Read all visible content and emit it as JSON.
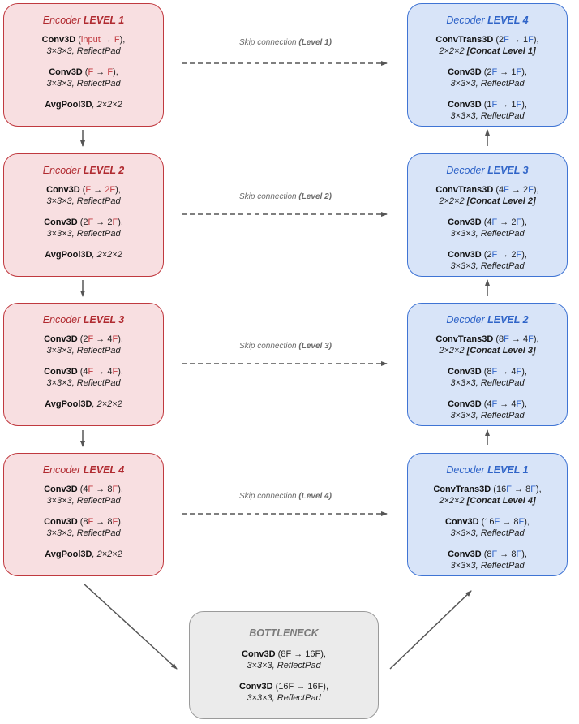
{
  "encoder": [
    {
      "title_prefix": "Encoder ",
      "title_level": "LEVEL 1",
      "blocks": [
        {
          "name": "Conv3D",
          "open": " (",
          "p1": "input",
          "arrow": " → ",
          "p2": "F",
          "close": "),",
          "kernel": "3×3×3, ReflectPad"
        },
        {
          "name": "Conv3D",
          "open": " (",
          "p1": "F",
          "arrow": " → ",
          "p2": "F",
          "close": "),",
          "kernel": "3×3×3, ReflectPad"
        }
      ],
      "pool": {
        "name": "AvgPool3D",
        "rest": ", 2×2×2"
      }
    },
    {
      "title_prefix": "Encoder ",
      "title_level": "LEVEL 2",
      "blocks": [
        {
          "name": "Conv3D",
          "open": " (",
          "p1": "F",
          "arrow": " → ",
          "p2": "2F",
          "close": "),",
          "kernel": "3×3×3, ReflectPad"
        },
        {
          "name": "Conv3D",
          "open": " (2",
          "p1": "F",
          "arrow": " → 2",
          "p2": "F",
          "close": "),",
          "kernel": "3×3×3, ReflectPad"
        }
      ],
      "pool": {
        "name": "AvgPool3D",
        "rest": ", 2×2×2"
      }
    },
    {
      "title_prefix": "Encoder ",
      "title_level": "LEVEL 3",
      "blocks": [
        {
          "name": "Conv3D",
          "open": " (2",
          "p1": "F",
          "arrow": " → 4",
          "p2": "F",
          "close": "),",
          "kernel": "3×3×3, ReflectPad"
        },
        {
          "name": "Conv3D",
          "open": " (4",
          "p1": "F",
          "arrow": " → 4",
          "p2": "F",
          "close": "),",
          "kernel": "3×3×3, ReflectPad"
        }
      ],
      "pool": {
        "name": "AvgPool3D",
        "rest": ", 2×2×2"
      }
    },
    {
      "title_prefix": "Encoder ",
      "title_level": "LEVEL 4",
      "blocks": [
        {
          "name": "Conv3D",
          "open": " (4",
          "p1": "F",
          "arrow": " → 8",
          "p2": "F",
          "close": "),",
          "kernel": "3×3×3, ReflectPad"
        },
        {
          "name": "Conv3D",
          "open": " (8",
          "p1": "F",
          "arrow": " → 8",
          "p2": "F",
          "close": "),",
          "kernel": "3×3×3, ReflectPad"
        }
      ],
      "pool": {
        "name": "AvgPool3D",
        "rest": ", 2×2×2"
      }
    }
  ],
  "decoder": [
    {
      "title_prefix": "Decoder ",
      "title_level": "LEVEL 4",
      "blocks": [
        {
          "name": "ConvTrans3D",
          "open": " (2",
          "p1": "F",
          "arrow": " → 1",
          "p2": "F",
          "close": "),",
          "k_it": "2×2×2 ",
          "k_bold": "[Concat Level 1]"
        },
        {
          "name": "Conv3D",
          "open": " (2",
          "p1": "F",
          "arrow": " → 1",
          "p2": "F",
          "close": "),",
          "k_it": "3×3×3, ReflectPad",
          "k_bold": ""
        },
        {
          "name": "Conv3D",
          "open": " (1",
          "p1": "F",
          "arrow": " → 1",
          "p2": "F",
          "close": "),",
          "k_it": "3×3×3, ReflectPad",
          "k_bold": ""
        }
      ]
    },
    {
      "title_prefix": "Decoder ",
      "title_level": "LEVEL 3",
      "blocks": [
        {
          "name": "ConvTrans3D",
          "open": " (4",
          "p1": "F",
          "arrow": " → 2",
          "p2": "F",
          "close": "),",
          "k_it": "2×2×2 ",
          "k_bold": "[Concat Level 2]"
        },
        {
          "name": "Conv3D",
          "open": " (4",
          "p1": "F",
          "arrow": " → 2",
          "p2": "F",
          "close": "),",
          "k_it": "3×3×3, ReflectPad",
          "k_bold": ""
        },
        {
          "name": "Conv3D",
          "open": " (2",
          "p1": "F",
          "arrow": " → 2",
          "p2": "F",
          "close": "),",
          "k_it": "3×3×3, ReflectPad",
          "k_bold": ""
        }
      ]
    },
    {
      "title_prefix": "Decoder ",
      "title_level": "LEVEL 2",
      "blocks": [
        {
          "name": "ConvTrans3D",
          "open": " (8",
          "p1": "F",
          "arrow": " → 4",
          "p2": "F",
          "close": "),",
          "k_it": "2×2×2 ",
          "k_bold": "[Concat Level 3]"
        },
        {
          "name": "Conv3D",
          "open": " (8",
          "p1": "F",
          "arrow": " → 4",
          "p2": "F",
          "close": "),",
          "k_it": "3×3×3, ReflectPad",
          "k_bold": ""
        },
        {
          "name": "Conv3D",
          "open": " (4",
          "p1": "F",
          "arrow": " → 4",
          "p2": "F",
          "close": "),",
          "k_it": "3×3×3, ReflectPad",
          "k_bold": ""
        }
      ]
    },
    {
      "title_prefix": "Decoder ",
      "title_level": "LEVEL 1",
      "blocks": [
        {
          "name": "ConvTrans3D",
          "open": " (16",
          "p1": "F",
          "arrow": " → 8",
          "p2": "F",
          "close": "),",
          "k_it": "2×2×2 ",
          "k_bold": "[Concat Level 4]"
        },
        {
          "name": "Conv3D",
          "open": " (16",
          "p1": "F",
          "arrow": " → 8",
          "p2": "F",
          "close": "),",
          "k_it": "3×3×3, ReflectPad",
          "k_bold": ""
        },
        {
          "name": "Conv3D",
          "open": " (8",
          "p1": "F",
          "arrow": " → 8",
          "p2": "F",
          "close": "),",
          "k_it": "3×3×3, ReflectPad",
          "k_bold": ""
        }
      ]
    }
  ],
  "bottleneck": {
    "title": "BOTTLENECK",
    "blocks": [
      {
        "name": "Conv3D",
        "rest": " (8F → 16F),",
        "kernel": "3×3×3, ReflectPad"
      },
      {
        "name": "Conv3D",
        "rest": " (16F → 16F),",
        "kernel": "3×3×3, ReflectPad"
      }
    ]
  },
  "skips": [
    {
      "text": "Skip connection ",
      "level": "(Level 1)"
    },
    {
      "text": "Skip connection ",
      "level": "(Level 2)"
    },
    {
      "text": "Skip connection ",
      "level": "(Level 3)"
    },
    {
      "text": "Skip connection ",
      "level": "(Level 4)"
    }
  ],
  "colors": {
    "encoder_fill": "#f8dfe1",
    "encoder_border": "#c0393f",
    "encoder_accent": "#b02a30",
    "decoder_fill": "#d8e4f8",
    "decoder_border": "#3f74d4",
    "decoder_accent": "#2f64c8",
    "bottleneck_fill": "#ebebeb",
    "bottleneck_border": "#9a9a9a",
    "arrow": "#555555"
  }
}
